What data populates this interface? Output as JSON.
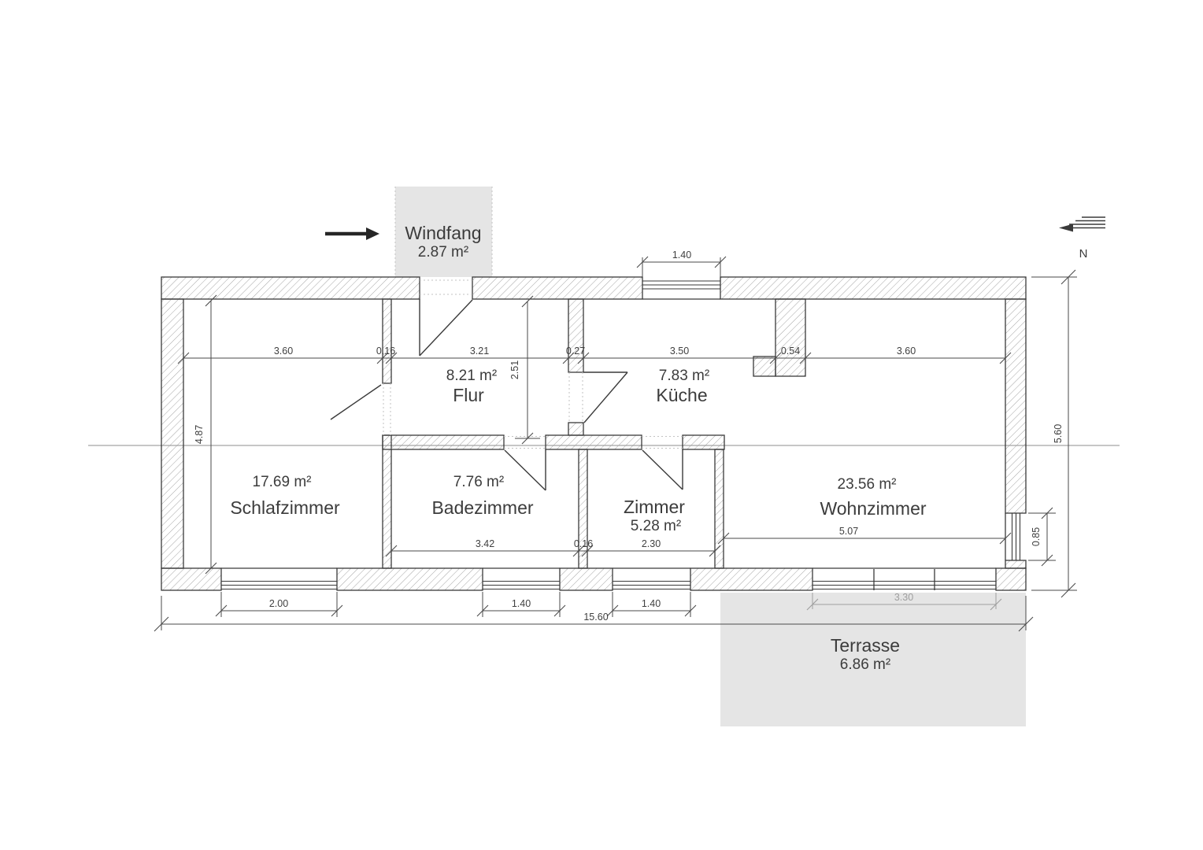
{
  "compass": {
    "label": "N"
  },
  "rooms": [
    {
      "name": "Windfang",
      "area": "2.87 m²"
    },
    {
      "name": "Flur",
      "area": "8.21 m²"
    },
    {
      "name": "Küche",
      "area": "7.83 m²"
    },
    {
      "name": "Schlafzimmer",
      "area": "17.69 m²"
    },
    {
      "name": "Badezimmer",
      "area": "7.76 m²"
    },
    {
      "name": "Zimmer",
      "area": "5.28 m²"
    },
    {
      "name": "Wohnzimmer",
      "area": "23.56 m²"
    },
    {
      "name": "Terrasse",
      "area": "6.86 m²"
    }
  ],
  "dims": {
    "overall_width": "15.60",
    "overall_height": "5.60",
    "schlafzimmer_height": "4.87",
    "flur_depth": "2.51",
    "mid_row": [
      "3.60",
      "0.16",
      "3.21",
      "0.27",
      "3.50",
      "0.54",
      "3.60"
    ],
    "south_row": [
      "3.42",
      "0.16",
      "2.30"
    ],
    "wohnzimmer_width": "5.07",
    "window_schlafzimmer": "2.00",
    "window_badezimmer": "1.40",
    "window_zimmer": "1.40",
    "window_kueche": "1.40",
    "window_terrasse": "3.30",
    "window_east": "0.85"
  },
  "colors": {
    "wall_line": "#3a3a3a",
    "hatch": "#9b9b9b",
    "gray_area_fill": "#e5e5e5",
    "dim_text": "#3f3f3f",
    "dim_text_gray": "#9e9e9e",
    "room_text": "#3c3c3c"
  }
}
